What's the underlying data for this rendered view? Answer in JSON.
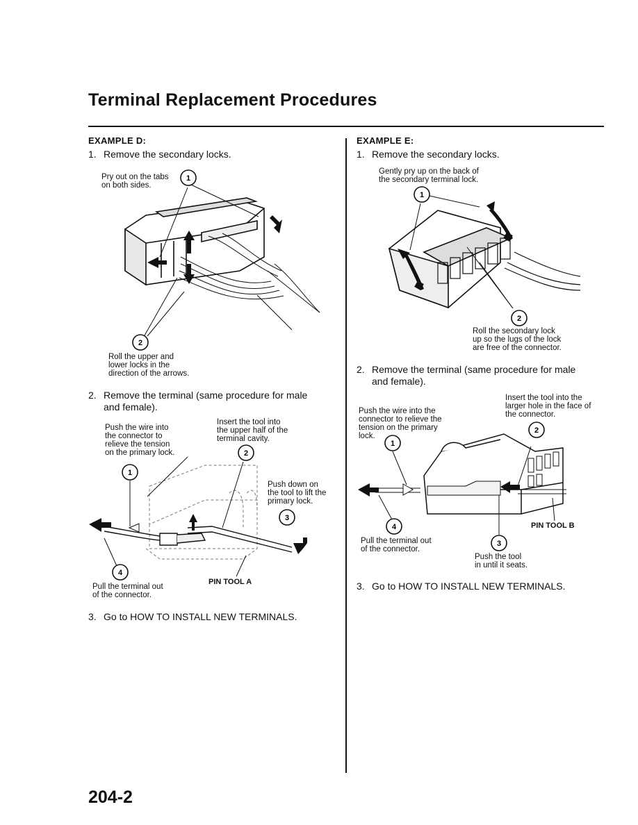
{
  "page": {
    "title": "Terminal Replacement Procedures",
    "page_number": "204-2"
  },
  "example_d": {
    "heading": "EXAMPLE D:",
    "step1": {
      "num": "1.",
      "text": "Remove the secondary locks."
    },
    "fig1": {
      "callout1": [
        "Pry out on the tabs",
        "on both sides."
      ],
      "callout2": [
        "Roll the upper and",
        "lower locks in the",
        "direction of the arrows."
      ],
      "markers": [
        "1",
        "2"
      ]
    },
    "step2": {
      "num": "2.",
      "lines": [
        "Remove the terminal (same procedure for male",
        "and female)."
      ]
    },
    "fig2": {
      "callout1": [
        "Push the wire into",
        "the connector to",
        "relieve the tension",
        "on the primary lock."
      ],
      "callout2": [
        "Insert the tool into",
        "the upper half of the",
        "terminal cavity."
      ],
      "callout3": [
        "Push down on",
        "the tool to lift the",
        "primary lock."
      ],
      "callout4": [
        "Pull the terminal out",
        "of the connector."
      ],
      "tool_label": "PIN TOOL A",
      "markers": [
        "1",
        "2",
        "3",
        "4"
      ]
    },
    "step3": {
      "num": "3.",
      "text": "Go to HOW TO INSTALL NEW TERMINALS."
    }
  },
  "example_e": {
    "heading": "EXAMPLE E:",
    "step1": {
      "num": "1.",
      "text": "Remove the secondary locks."
    },
    "fig1": {
      "callout1": [
        "Gently pry up on the back of",
        "the secondary terminal lock."
      ],
      "callout2": [
        "Roll the secondary lock",
        "up so the lugs of the lock",
        "are free of the connector."
      ],
      "markers": [
        "1",
        "2"
      ]
    },
    "step2": {
      "num": "2.",
      "lines": [
        "Remove the terminal (same procedure for male",
        "and female)."
      ]
    },
    "fig2": {
      "callout1": [
        "Push the wire into the",
        "connector to relieve the",
        "tension on the primary",
        "lock."
      ],
      "callout2": [
        "Insert the tool into the",
        "larger hole in the face of",
        "the connector."
      ],
      "callout3": [
        "Push the tool",
        "in until it seats."
      ],
      "callout4": [
        "Pull the terminal out",
        "of the connector."
      ],
      "tool_label": "PIN TOOL B",
      "markers": [
        "1",
        "2",
        "3",
        "4"
      ]
    },
    "step3": {
      "num": "3.",
      "text": "Go to HOW TO INSTALL NEW TERMINALS."
    }
  }
}
